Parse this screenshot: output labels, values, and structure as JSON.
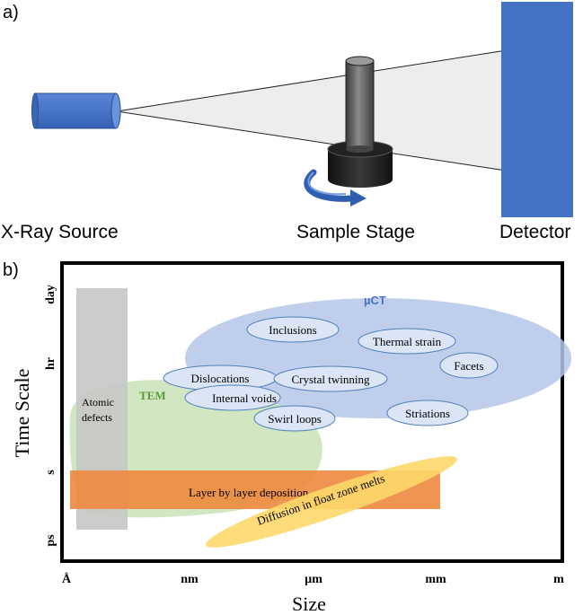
{
  "panel_a": {
    "label": "a)",
    "source_label": "X-Ray Source",
    "stage_label": "Sample Stage",
    "detector_label": "Detector"
  },
  "panel_b": {
    "label": "b)",
    "y_axis_label": "Time Scale",
    "x_axis_label": "Size",
    "y_ticks": [
      "day",
      "hr",
      "s",
      "ps"
    ],
    "x_ticks": [
      "Å",
      "nm",
      "µm",
      "mm",
      "m"
    ],
    "regions": {
      "uct": "µCT",
      "tem": "TEM",
      "atomic_defects_line1": "Atomic",
      "atomic_defects_line2": "defects",
      "layer_deposition": "Layer by layer deposition",
      "diffusion": "Diffusion in float zone melts"
    },
    "features": {
      "inclusions": "Inclusions",
      "thermal_strain": "Thermal strain",
      "facets": "Facets",
      "dislocations": "Dislocations",
      "crystal_twinning": "Crystal twinning",
      "internal_voids": "Internal voids",
      "swirl_loops": "Swirl loops",
      "striations": "Striations"
    },
    "colors": {
      "uct": "#b4c6e7",
      "tem": "#c9e3b7",
      "atomic": "#c7c7c7",
      "layer": "#ee8a3e",
      "diffusion": "#fdd86a",
      "feature_stroke": "#4f81bd"
    }
  },
  "colors": {
    "blue": "#4472c4",
    "beam": "#ededed"
  }
}
